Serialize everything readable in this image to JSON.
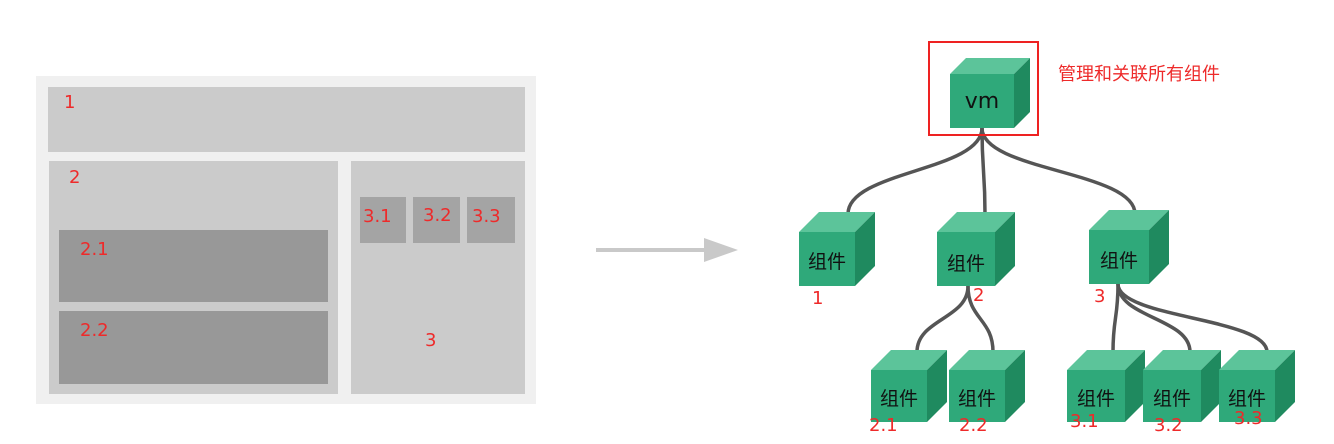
{
  "layout_mockup": {
    "regions": [
      {
        "label": "1"
      },
      {
        "label": "2"
      },
      {
        "label": "2.1"
      },
      {
        "label": "2.2"
      },
      {
        "label": "3"
      },
      {
        "label": "3.1"
      },
      {
        "label": "3.2"
      },
      {
        "label": "3.3"
      }
    ]
  },
  "tree": {
    "root": {
      "label": "vm",
      "caption": "管理和关联所有组件"
    },
    "level1": [
      {
        "label": "组件",
        "number": "1"
      },
      {
        "label": "组件",
        "number": "2"
      },
      {
        "label": "组件",
        "number": "3"
      }
    ],
    "level2": [
      {
        "label": "组件",
        "number": "2.1"
      },
      {
        "label": "组件",
        "number": "2.2"
      },
      {
        "label": "组件",
        "number": "3.1"
      },
      {
        "label": "组件",
        "number": "3.2"
      },
      {
        "label": "组件",
        "number": "3.3"
      }
    ]
  },
  "colors": {
    "cube_front": "#2fa97a",
    "cube_top": "#5cc49a",
    "cube_side": "#1f8a5f",
    "annotation": "#ee2a2a",
    "connector": "#555555"
  }
}
